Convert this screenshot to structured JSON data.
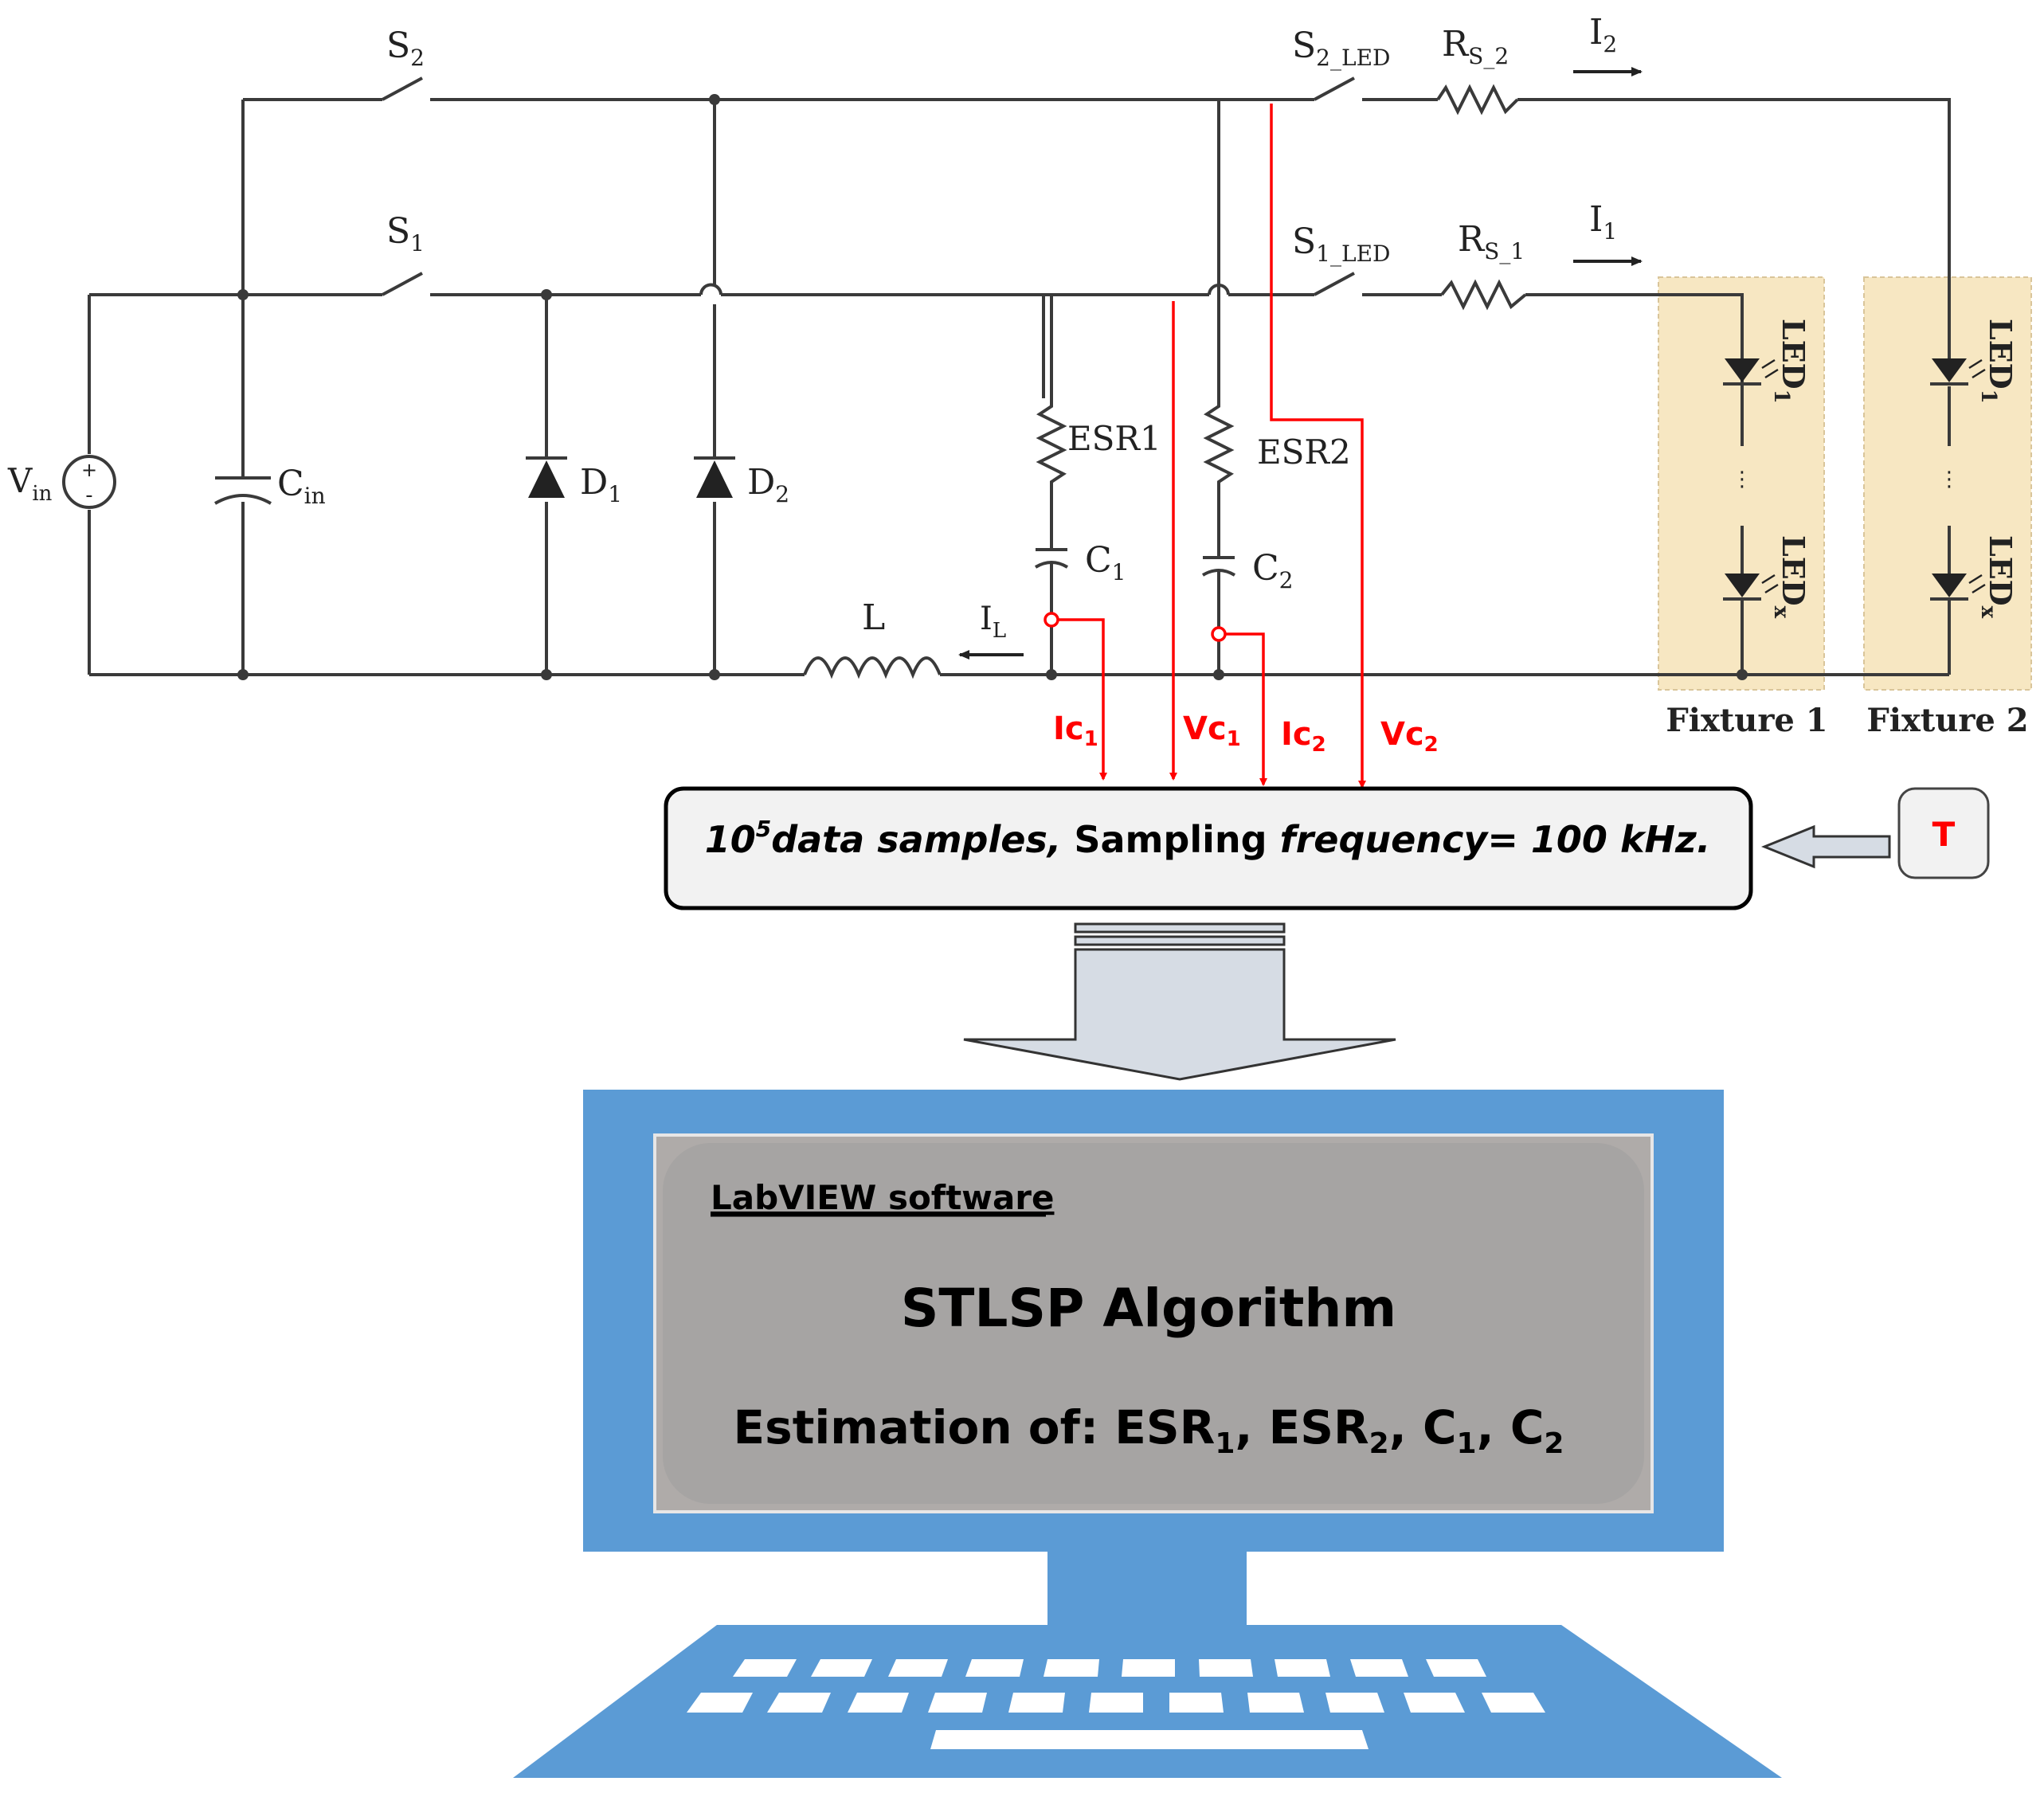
{
  "circuit": {
    "vin_main": "V",
    "vin_sub": "in",
    "cin_main": "C",
    "cin_sub": "in",
    "d1_main": "D",
    "d1_sub": "1",
    "d2_main": "D",
    "d2_sub": "2",
    "s1_main": "S",
    "s1_sub": "1",
    "s2_main": "S",
    "s2_sub": "2",
    "s1led_main": "S",
    "s1led_sub": "1_LED",
    "s2led_main": "S",
    "s2led_sub": "2_LED",
    "rs1_main": "R",
    "rs1_sub": "S_1",
    "rs2_main": "R",
    "rs2_sub": "S_2",
    "i1_main": "I",
    "i1_sub": "1",
    "i2_main": "I",
    "i2_sub": "2",
    "esr1": "ESR1",
    "esr2": "ESR2",
    "c1_main": "C",
    "c1_sub": "1",
    "c2_main": "C",
    "c2_sub": "2",
    "inductor": "L",
    "il_main": "I",
    "il_sub": "L",
    "led1_main": "LED",
    "led1_sub": "1",
    "ledx_main": "LED",
    "ledx_sub": "x",
    "fixture1": "Fixture 1",
    "fixture2": "Fixture 2"
  },
  "measurements": {
    "ic1_main": "Ic",
    "ic1_sub": "1",
    "vc1_main": "Vc",
    "vc1_sub": "1",
    "ic2_main": "Ic",
    "ic2_sub": "2",
    "vc2_main": "Vc",
    "vc2_sub": "2"
  },
  "acquisition": {
    "base": "10",
    "exponent": "5",
    "samples_text": "data samples,",
    "sampling_label": " Sampling ",
    "frequency_text": "frequency= 100 kHz.",
    "trigger": "T"
  },
  "computer": {
    "software": "LabVIEW software",
    "algorithm": "STLSP Algorithm",
    "estimation_prefix": "Estimation of: ESR",
    "esr1_sub": "1",
    "sep1": ", ESR",
    "esr2_sub": "2",
    "sep2": ", C",
    "c1_sub": "1",
    "sep3": ", C",
    "c2_sub": "2"
  },
  "colors": {
    "measurement": "#ff0000",
    "fixture_fill": "#f7e7c2",
    "monitor_frame": "#5b9bd5",
    "screen_fill": "#afaba9",
    "acq_box_fill": "#f2f2f2",
    "arrow_fill": "#d6dce4"
  }
}
